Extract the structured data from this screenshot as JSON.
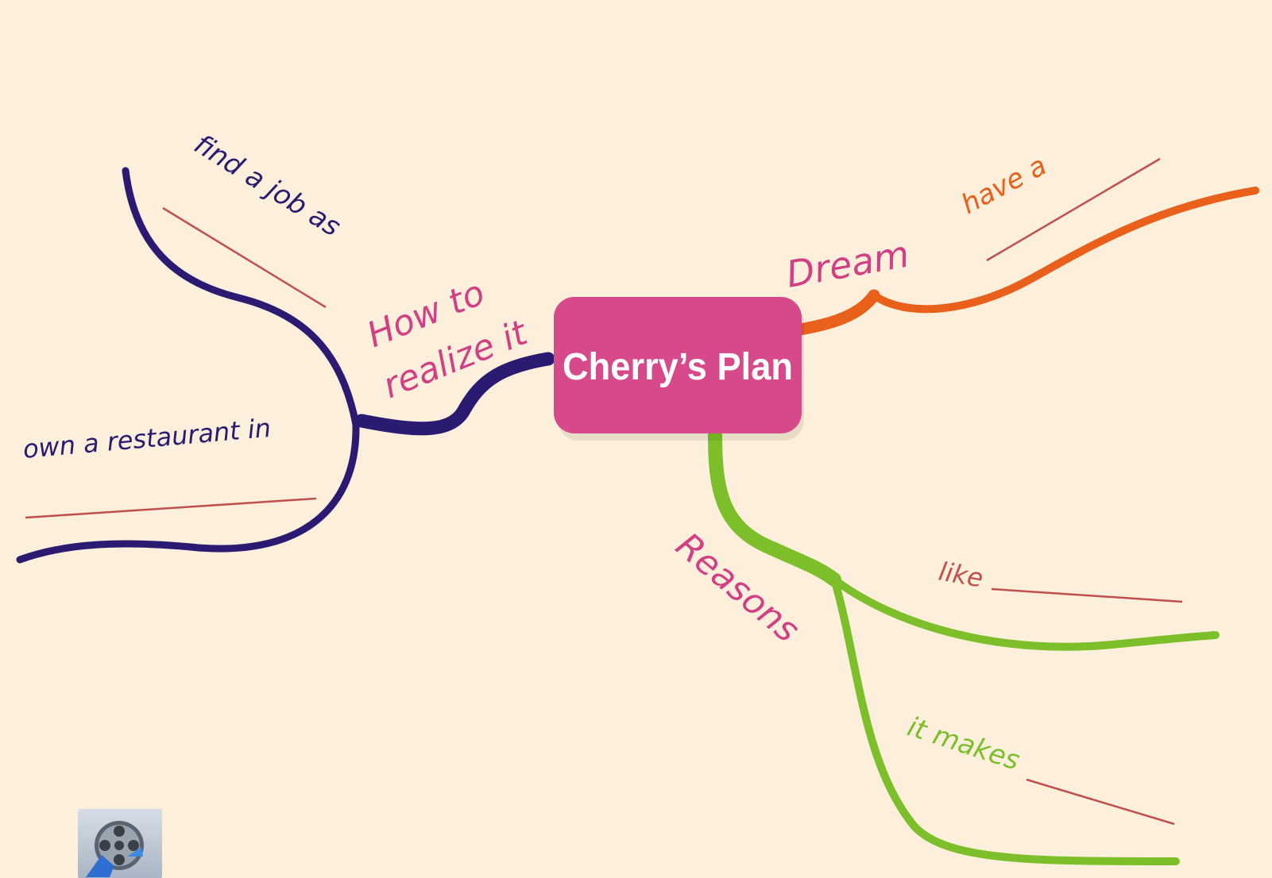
{
  "colors": {
    "background": "#fcefdb",
    "center_box": "#d6498a",
    "center_text": "#ffffff",
    "branch_how": "#2b1a72",
    "branch_dream": "#e8601a",
    "branch_reasons": "#7dbf2a",
    "branch_label": "#d33f84",
    "blank_line": "#c0504d"
  },
  "center": {
    "title": "Cherry’s Plan"
  },
  "branches": {
    "how": {
      "label_line1": "How to",
      "label_line2": "realize it",
      "item1": "find a job as",
      "item2": "own a restaurant in"
    },
    "dream": {
      "label": "Dream",
      "item1": "have a"
    },
    "reasons": {
      "label": "Reasons",
      "item1": "like",
      "item2": "it makes"
    }
  },
  "media_icon": {
    "icon": "film-reel-icon"
  }
}
